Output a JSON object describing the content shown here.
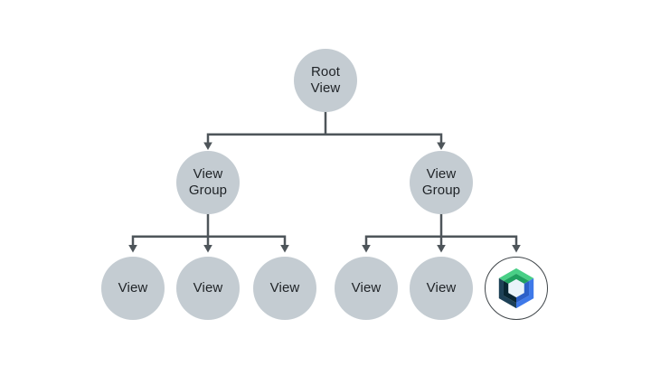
{
  "nodes": {
    "root": {
      "label": "Root\nView"
    },
    "viewgroup_left": {
      "label": "View\nGroup"
    },
    "viewgroup_right": {
      "label": "View\nGroup"
    },
    "view_left_1": {
      "label": "View"
    },
    "view_left_2": {
      "label": "View"
    },
    "view_left_3": {
      "label": "View"
    },
    "view_right_1": {
      "label": "View"
    },
    "view_right_2": {
      "label": "View"
    },
    "compose": {
      "icon": "jetpack-compose-logo"
    }
  },
  "hierarchy": {
    "root": [
      "viewgroup_left",
      "viewgroup_right"
    ],
    "viewgroup_left": [
      "view_left_1",
      "view_left_2",
      "view_left_3"
    ],
    "viewgroup_right": [
      "view_right_1",
      "view_right_2",
      "compose"
    ]
  },
  "colors": {
    "background": "#ffffff",
    "node_fill": "#c4ccd2",
    "node_text": "#1f2327",
    "connector": "#4e555a",
    "compose_ring": "#3f4549",
    "compose_green_outer": "#49cf86",
    "compose_green_inner": "#1fa05f",
    "compose_blue_outer": "#3e79e9",
    "compose_blue_inner": "#2c60c8",
    "compose_navy_outer": "#1d4056",
    "compose_navy_inner": "#092633",
    "compose_center": "#e9f3fa"
  }
}
